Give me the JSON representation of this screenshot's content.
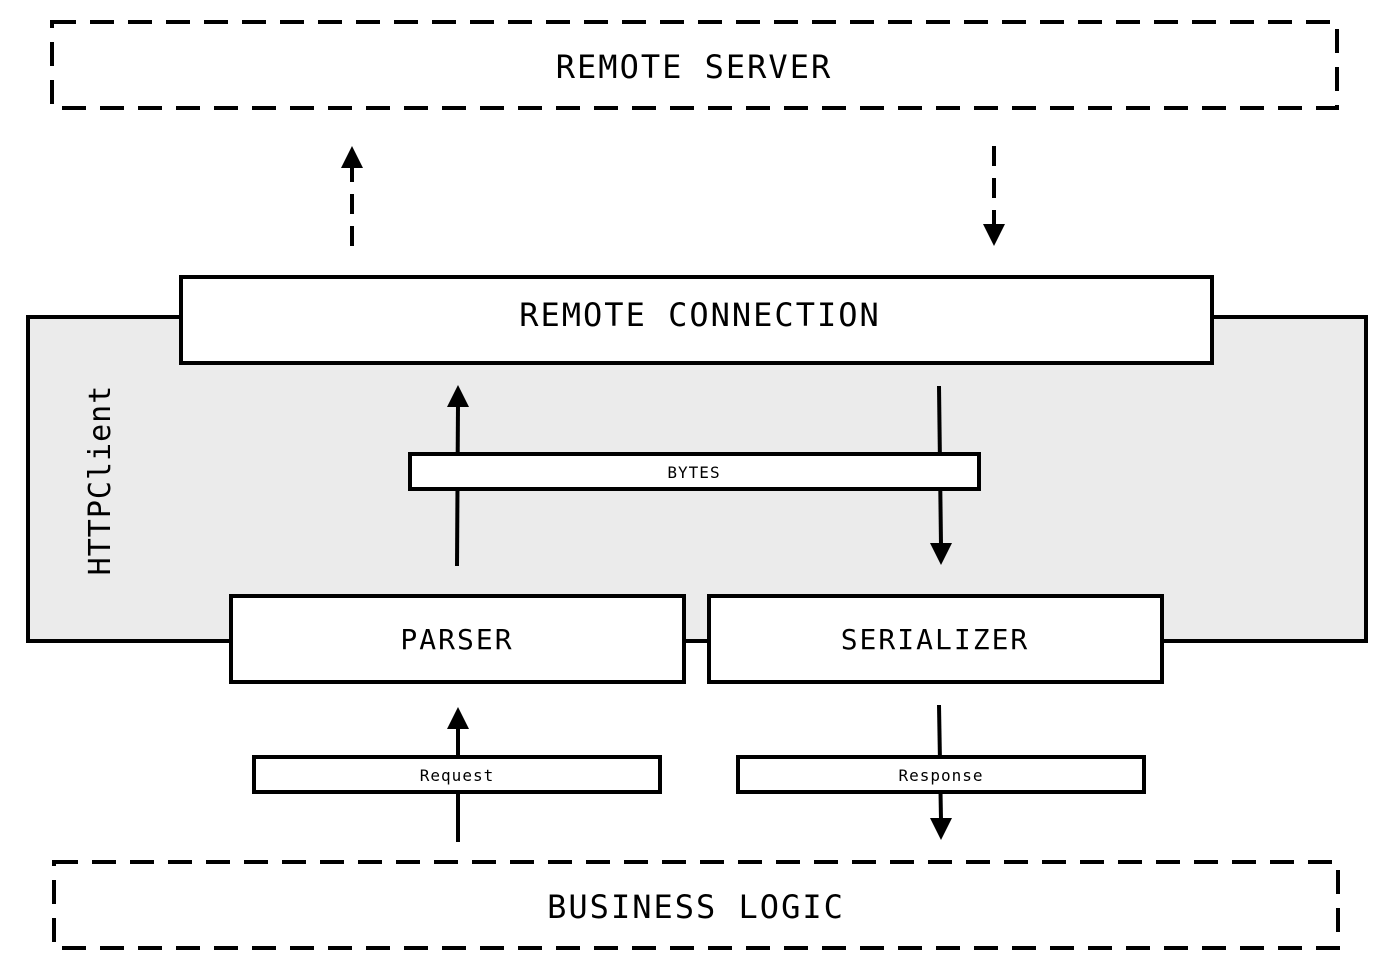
{
  "colors": {
    "stroke": "#000000",
    "container_fill": "#ebebeb",
    "box_fill": "#ffffff"
  },
  "nodes": {
    "remote_server": "REMOTE SERVER",
    "remote_connection": "REMOTE CONNECTION",
    "http_client": "HTTPClient",
    "bytes": "BYTES",
    "parser": "PARSER",
    "serializer": "SERIALIZER",
    "request": "Request",
    "response": "Response",
    "business_logic": "BUSINESS LOGIC"
  }
}
